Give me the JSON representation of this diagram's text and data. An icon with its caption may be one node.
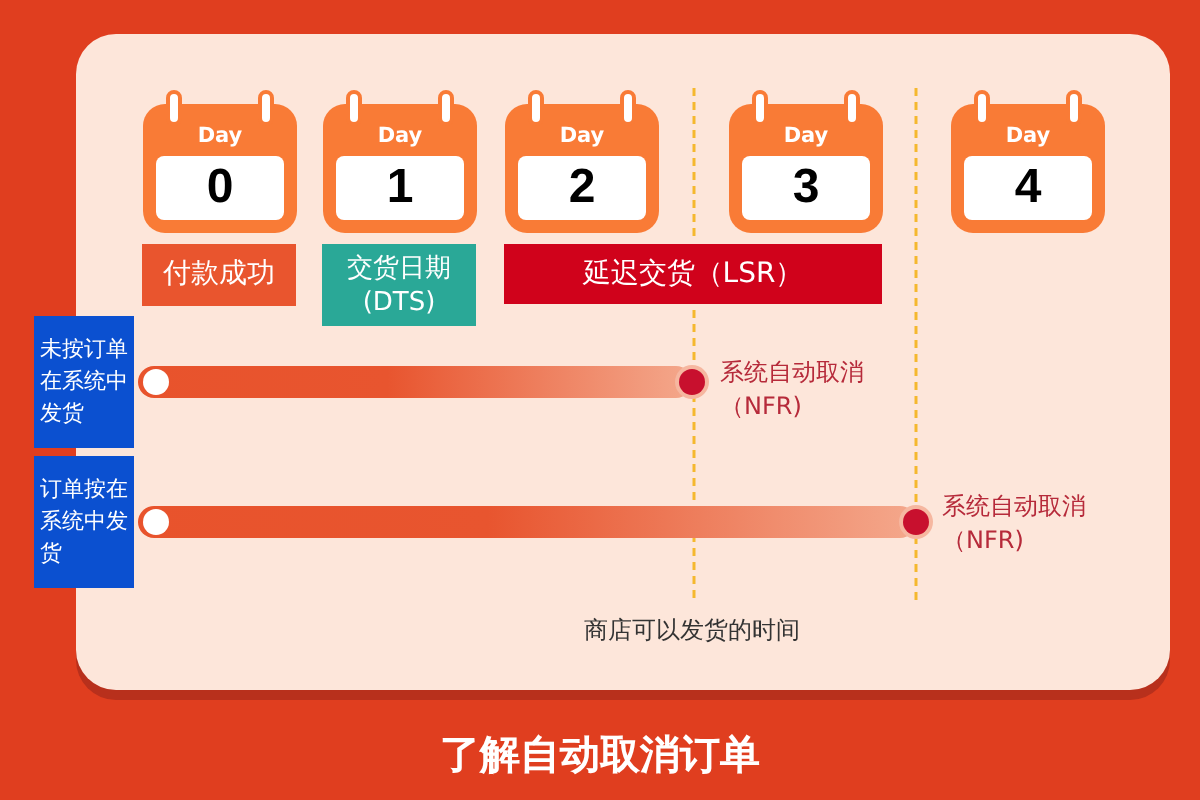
{
  "diagram": {
    "title": "了解自动取消订单",
    "nodes": [
      {
        "text": [
          "Day",
          "0"
        ]
      },
      {
        "text": [
          "Day",
          "1"
        ]
      },
      {
        "text": [
          "Day",
          "2"
        ]
      },
      {
        "text": [
          "Day",
          "3"
        ]
      },
      {
        "text": [
          "Day",
          "4"
        ]
      },
      {
        "text": [
          "付款成功"
        ]
      },
      {
        "text": [
          "交货日期(DTS)"
        ]
      },
      {
        "text": [
          "延迟交货（LSR）"
        ]
      },
      {
        "text": [
          "未按订单在系统中发货"
        ]
      },
      {
        "text": [],
        "shape": "bar",
        "beside": [
          "系统自动取消（NFR)"
        ]
      },
      {
        "text": [
          "订单按在系统中发货"
        ]
      },
      {
        "text": [],
        "shape": "bar",
        "beside": [
          "系统自动取消（NFR)"
        ]
      }
    ],
    "labels": [
      "商店可以发货的时间"
    ]
  }
}
